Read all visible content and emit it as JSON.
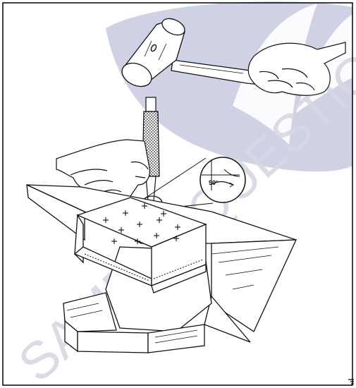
{
  "watermark": {
    "text": "SAMPLE QUESTION",
    "text_color": "#d8d8e4",
    "shape_color": "#c7c9e0"
  },
  "callout": {
    "angle_label": "90°"
  },
  "colors": {
    "frame": "#000000",
    "line": "#111111"
  },
  "icons": {
    "hammer": "ball-peen-hammer",
    "punch": "knurled-punch",
    "anvil": "anvil",
    "workpiece": "sheet-metal-channel",
    "hands": "hand"
  }
}
